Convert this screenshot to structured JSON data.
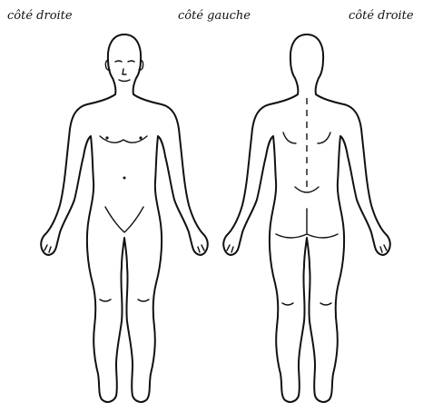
{
  "labels": {
    "left": "côté droite",
    "middle": "côté gauche",
    "right": "côté droite"
  },
  "figures": [
    {
      "view": "front-body-icon"
    },
    {
      "view": "back-body-icon"
    }
  ]
}
